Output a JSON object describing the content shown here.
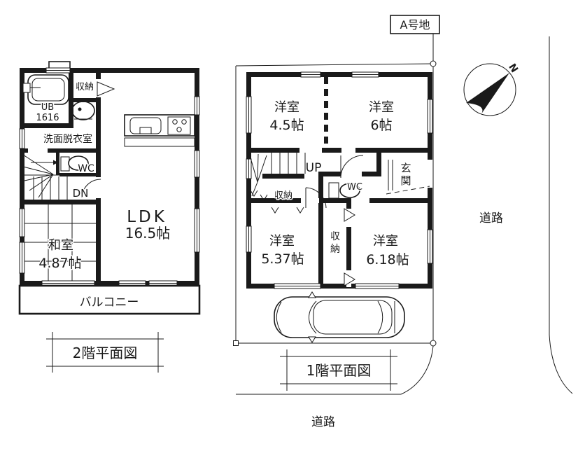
{
  "colors": {
    "ink": "#1a1a1a",
    "paper": "#ffffff"
  },
  "site": {
    "lot_label": "A号地",
    "road_east": "道路",
    "road_south": "道路",
    "compass_north": "N"
  },
  "floor2": {
    "title": "2階平面図",
    "rooms": {
      "ub_line1": "UB",
      "ub_line2": "1616",
      "closet": "収納",
      "washroom": "洗面脱衣室",
      "wc": "WC",
      "stairs_dir": "DN",
      "washitsu_name": "和室",
      "washitsu_size": "4.87帖",
      "ldk_name": "LDK",
      "ldk_size": "16.5帖",
      "balcony": "バルコニー"
    }
  },
  "floor1": {
    "title": "1階平面図",
    "rooms": {
      "bedroom_nw_name": "洋室",
      "bedroom_nw_size": "4.5帖",
      "bedroom_ne_name": "洋室",
      "bedroom_ne_size": "6帖",
      "stairs_dir": "UP",
      "hall_closet": "収納",
      "wc": "WC",
      "entrance_c1": "玄",
      "entrance_c2": "関",
      "bedroom_sw_name": "洋室",
      "bedroom_sw_size": "5.37帖",
      "closet_c1": "収",
      "closet_c2": "納",
      "bedroom_se_name": "洋室",
      "bedroom_se_size": "6.18帖"
    }
  }
}
